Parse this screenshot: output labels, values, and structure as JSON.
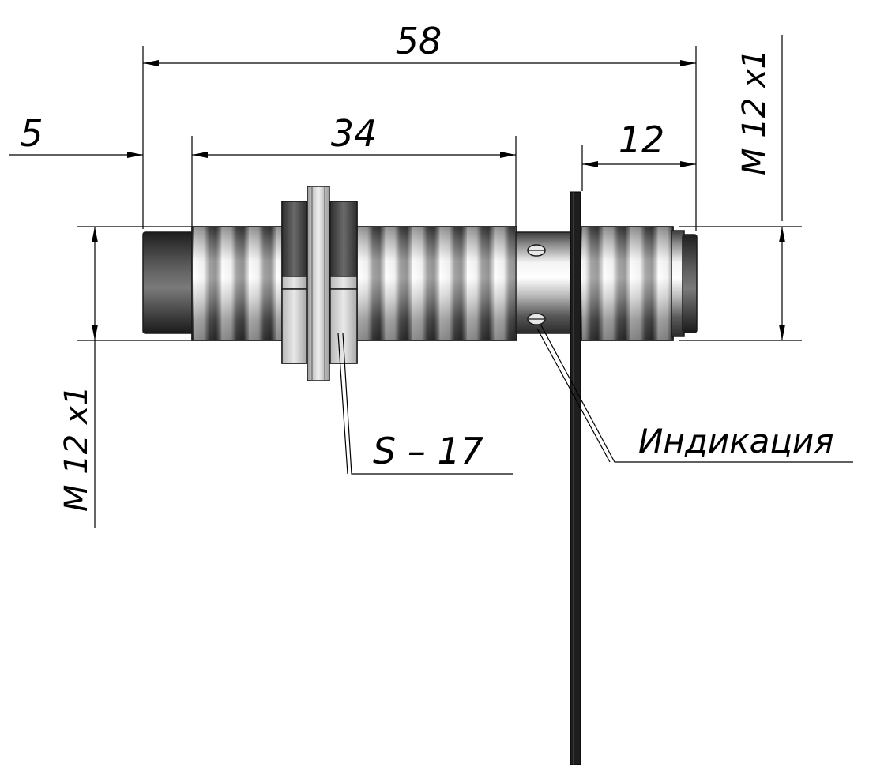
{
  "dimensions": {
    "overall_length": "58",
    "front_offset": "5",
    "thread_length": "34",
    "rear_length": "12",
    "thread_left": "M 12 x1",
    "thread_right": "M 12 x1"
  },
  "callouts": {
    "nut_size": "S – 17",
    "indication": "Индикация"
  },
  "colors": {
    "line": "#000000",
    "metal_dark": "#2b2b2b",
    "metal_light": "#f2f2f2",
    "cable": "#1e1e1e"
  }
}
